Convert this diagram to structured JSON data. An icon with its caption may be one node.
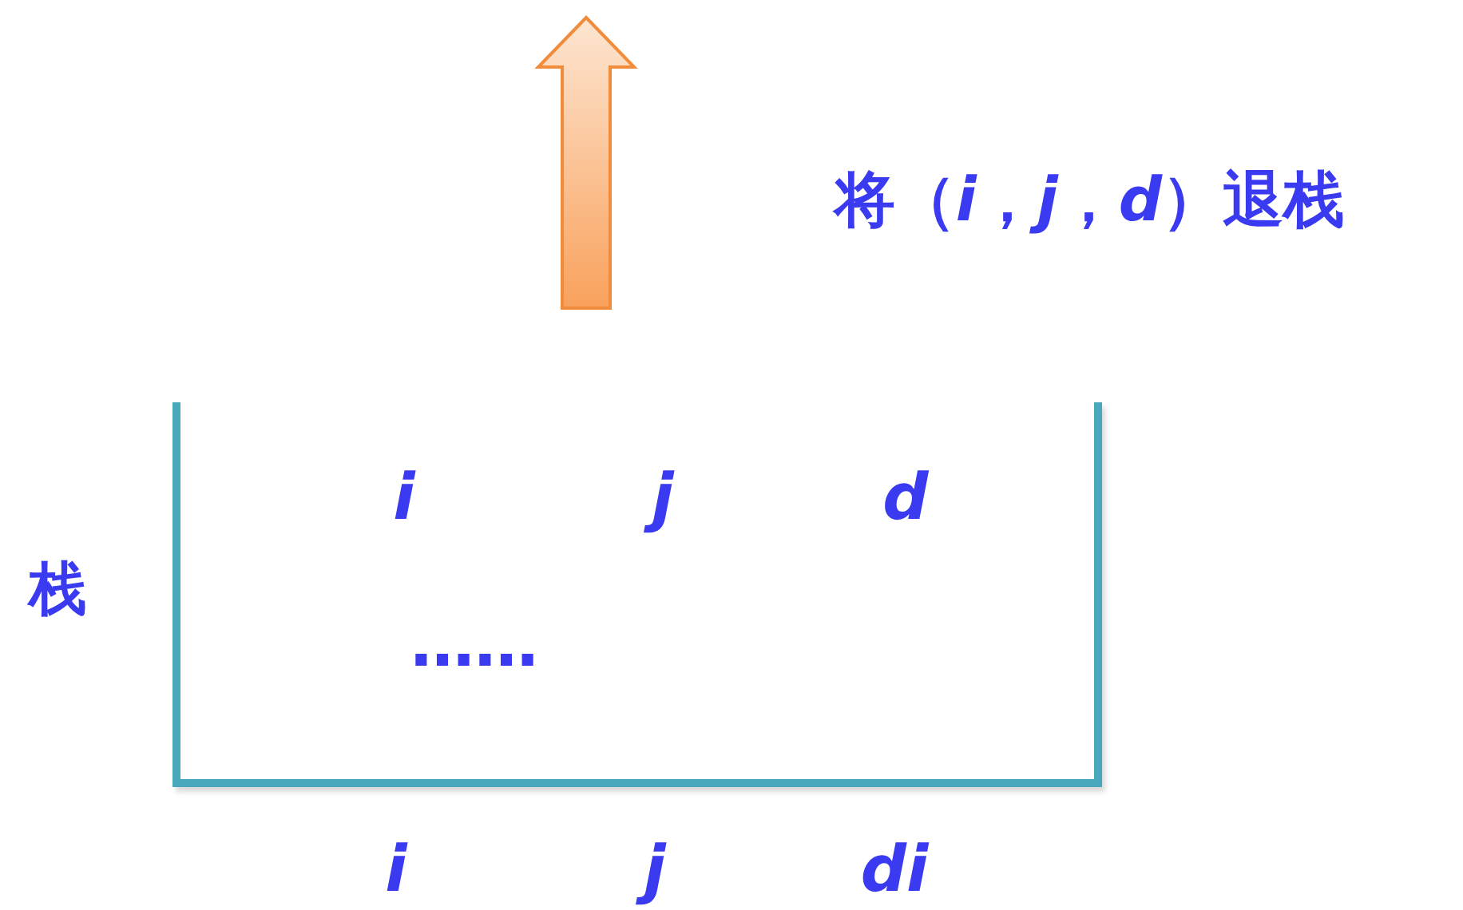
{
  "diagram": {
    "nodes": [
      {
        "text": [
          "i",
          "j",
          "d",
          "……"
        ],
        "beside": [
          "栈"
        ]
      }
    ],
    "labels": [
      "将（*i*，*j*，*d*）退栈",
      "i",
      "j",
      "di"
    ]
  }
}
